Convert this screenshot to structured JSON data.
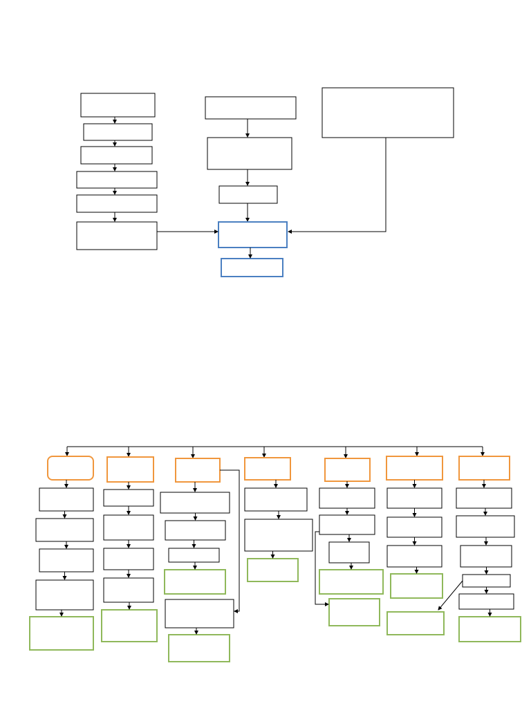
{
  "diagram": {
    "title": "",
    "top_flowchart": {
      "label": "",
      "colors": {
        "box": "#000000",
        "highlight": "#4a7fc1",
        "arrow": "#000000"
      },
      "column_left": [
        {
          "id": "tl1",
          "text": ""
        },
        {
          "id": "tl2",
          "text": ""
        },
        {
          "id": "tl3",
          "text": ""
        },
        {
          "id": "tl4",
          "text": ""
        },
        {
          "id": "tl5",
          "text": ""
        },
        {
          "id": "tl6",
          "text": ""
        }
      ],
      "column_middle": [
        {
          "id": "tm1",
          "text": ""
        },
        {
          "id": "tm2",
          "text": ""
        },
        {
          "id": "tm3",
          "text": ""
        }
      ],
      "column_right": [
        {
          "id": "tr1",
          "text": ""
        }
      ],
      "hub": {
        "id": "hub",
        "text": "",
        "style": "highlight"
      },
      "result": {
        "id": "res",
        "text": "",
        "style": "highlight"
      }
    },
    "bottom_flowchart": {
      "label": "",
      "colors": {
        "box": "#000000",
        "head": "#f0963c",
        "leaf": "#8fb85a",
        "arrow": "#000000"
      },
      "columns": [
        {
          "head": "",
          "head_shape": "rounded",
          "steps": [
            "",
            "",
            "",
            ""
          ],
          "leaves": [
            ""
          ]
        },
        {
          "head": "",
          "head_shape": "square",
          "steps": [
            "",
            "",
            "",
            ""
          ],
          "leaves": [
            ""
          ]
        },
        {
          "head": "",
          "head_shape": "square",
          "steps": [
            "",
            "",
            ""
          ],
          "leaves": [
            "",
            ""
          ],
          "extra_step": ""
        },
        {
          "head": "",
          "head_shape": "square",
          "steps": [
            "",
            ""
          ],
          "leaves": [
            ""
          ]
        },
        {
          "head": "",
          "head_shape": "square",
          "steps": [
            "",
            "",
            ""
          ],
          "leaves": [
            "",
            ""
          ]
        },
        {
          "head": "",
          "head_shape": "square",
          "steps": [
            "",
            "",
            ""
          ],
          "leaves": [
            "",
            ""
          ]
        },
        {
          "head": "",
          "head_shape": "square",
          "steps": [
            "",
            "",
            "",
            "",
            ""
          ],
          "leaves": [
            ""
          ]
        }
      ]
    }
  }
}
